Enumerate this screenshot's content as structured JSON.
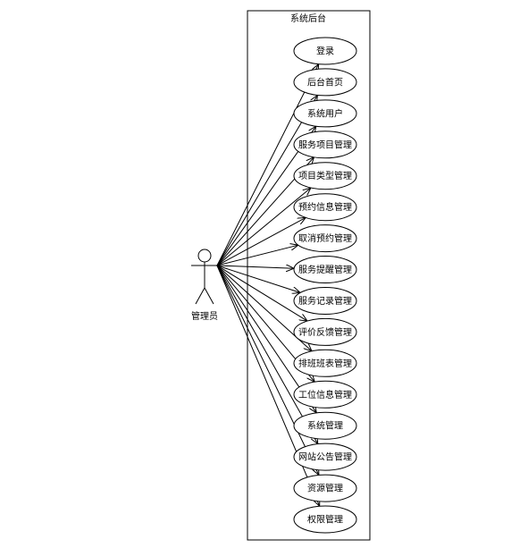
{
  "system": {
    "title": "系统后台"
  },
  "actor": {
    "label": "管理员"
  },
  "use_cases": [
    {
      "label": "登录"
    },
    {
      "label": "后台首页"
    },
    {
      "label": "系统用户"
    },
    {
      "label": "服务项目管理"
    },
    {
      "label": "项目类型管理"
    },
    {
      "label": "预约信息管理"
    },
    {
      "label": "取消预约管理"
    },
    {
      "label": "服务提醒管理"
    },
    {
      "label": "服务记录管理"
    },
    {
      "label": "评价反馈管理"
    },
    {
      "label": "排班班表管理"
    },
    {
      "label": "工位信息管理"
    },
    {
      "label": "系统管理"
    },
    {
      "label": "网站公告管理"
    },
    {
      "label": "资源管理"
    },
    {
      "label": "权限管理"
    }
  ]
}
